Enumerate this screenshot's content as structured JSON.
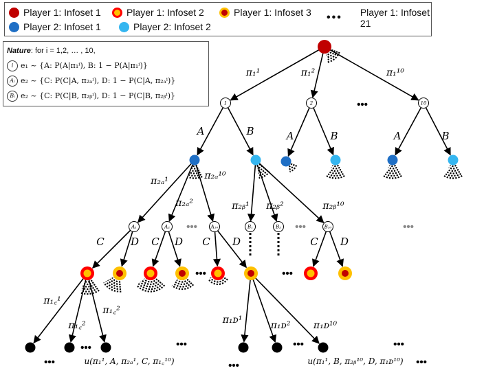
{
  "legend": {
    "items": [
      {
        "label": "Player 1: Infoset 1",
        "fill": "#c00000",
        "ring": "#c00000"
      },
      {
        "label": "Player 1: Infoset 2",
        "fill": "#ffc000",
        "ring": "#ff0000"
      },
      {
        "label": "Player 1: Infoset 3",
        "fill": "#c00000",
        "ring": "#ffc000"
      },
      {
        "label": "Player 1: Infoset 21",
        "dots": "•••"
      },
      {
        "label": "Player 2: Infoset 1",
        "fill": "#1f6fc5"
      },
      {
        "label": "Player 2: Infoset 2",
        "fill": "#35b6f0"
      }
    ]
  },
  "nature_box": {
    "title": "Nature",
    "line1": ": for i = 1,2, … , 10,",
    "line2": "e₁ ~ {A: P(A|π₁ⁱ), B: 1 − P(A|π₁ⁱ)}",
    "line3": "e₂ ~ {C: P(C|A, π₂ₐⁱ), D: 1 − P(C|A, π₂ₐⁱ)}",
    "line4": "e₂ ~ {C: P(C|B, π₂ᵦⁱ), D: 1 − P(C|B, π₂ᵦⁱ)}",
    "marks": [
      "i",
      "Aᵢ",
      "Bᵢ"
    ]
  },
  "tree": {
    "root_edges": [
      "π₁¹",
      "π₁²",
      "π₁¹⁰"
    ],
    "chance_level1": [
      "1",
      "2",
      "10"
    ],
    "ab_labels": [
      "A",
      "B",
      "A",
      "B",
      "A",
      "B"
    ],
    "p2_edges_A": [
      "π₂ₐ¹",
      "π₂ₐ²",
      "π₂ₐ¹⁰"
    ],
    "p2_edges_B": [
      "π₂ᵦ¹",
      "π₂ᵦ²",
      "π₂ᵦ¹⁰"
    ],
    "chance_level2": [
      "A₁",
      "A₂",
      "A₁₀",
      "B₁",
      "B₂",
      "B₁₀"
    ],
    "cd_labels": [
      "C",
      "D",
      "C",
      "D",
      "C",
      "D",
      "C",
      "D"
    ],
    "p1_edges_C": [
      "π₁꜀¹",
      "π₁꜀²",
      "π₁꜀²"
    ],
    "p1_edges_D": [
      "π₁ᴅ¹",
      "π₁ᴅ²",
      "π₁ᴅ¹⁰"
    ],
    "utility_left": "u(π₁¹, A, π₂ₐ¹, C, π₁꜀¹⁰)",
    "utility_right": "u(π₁¹, B, π₂ᵦ¹⁰, D, π₁ᴅ¹⁰)",
    "ellipsis": "•••"
  }
}
